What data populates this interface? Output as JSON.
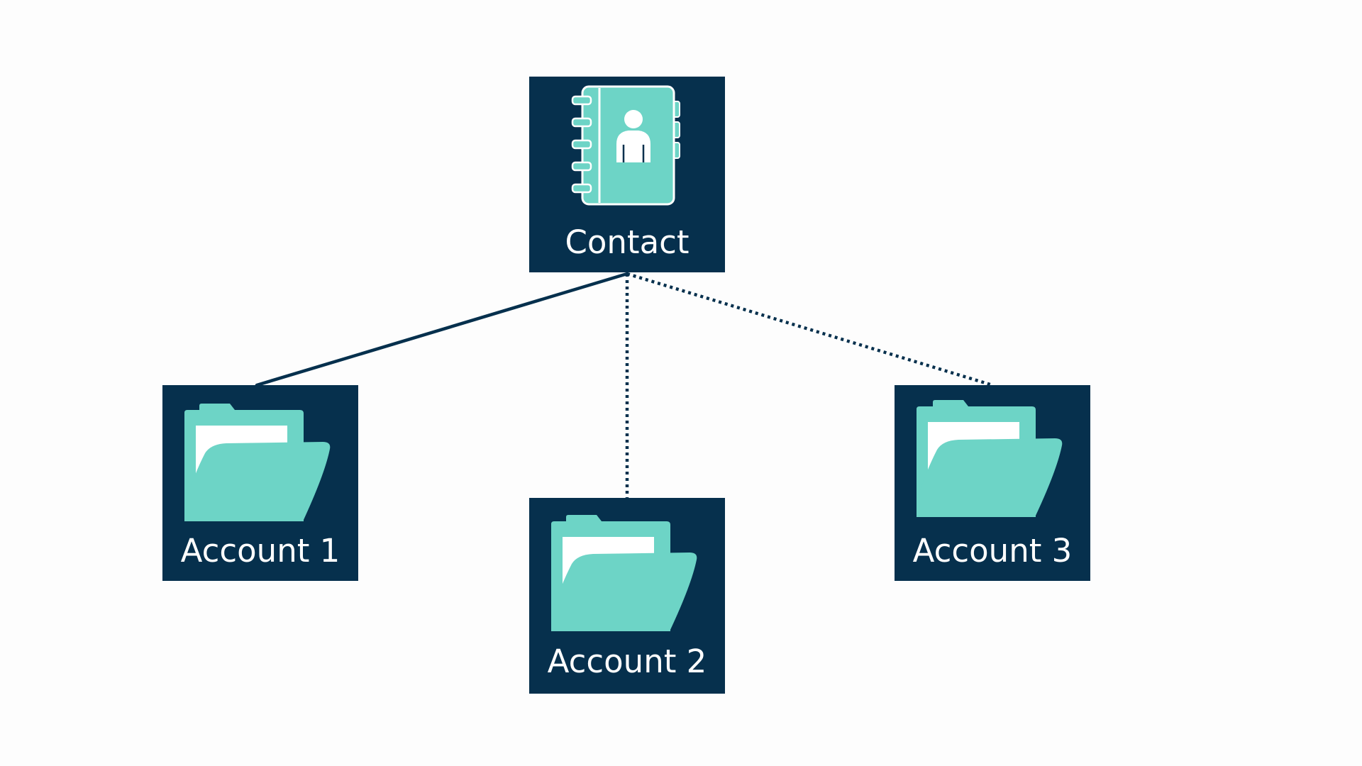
{
  "colors": {
    "background": "#fdfdfd",
    "node_fill": "#06304d",
    "icon_fill": "#6dd4c6",
    "icon_paper": "#ffffff",
    "connector": "#06304d"
  },
  "nodes": {
    "contact": {
      "label": "Contact",
      "icon": "contact-book-icon"
    },
    "account_1": {
      "label": "Account 1",
      "icon": "open-folder-icon"
    },
    "account_2": {
      "label": "Account 2",
      "icon": "open-folder-icon"
    },
    "account_3": {
      "label": "Account 3",
      "icon": "open-folder-icon"
    }
  },
  "connectors": [
    {
      "from": "Contact",
      "to": "Account 1",
      "style": "solid"
    },
    {
      "from": "Contact",
      "to": "Account 2",
      "style": "dotted"
    },
    {
      "from": "Contact",
      "to": "Account 3",
      "style": "dotted"
    }
  ]
}
